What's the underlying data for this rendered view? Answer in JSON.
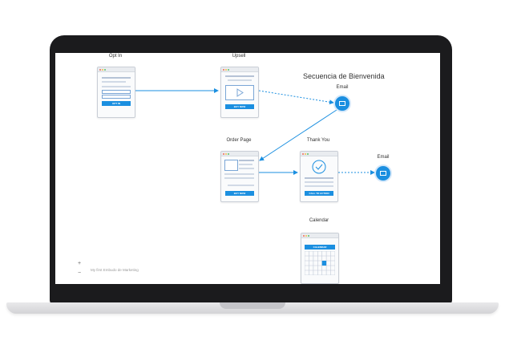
{
  "nodes": {
    "optin": {
      "label": "Opt In",
      "button": "OPT IN"
    },
    "upsell": {
      "label": "Upsell",
      "button": "BUY NOW"
    },
    "order": {
      "label": "Order Page",
      "button": "BUY NOW"
    },
    "thankyou": {
      "label": "Thank You",
      "button": "CALL TO ACTION"
    },
    "calendar": {
      "label": "Calendar",
      "header": "CALENDAR"
    }
  },
  "sequence": {
    "title": "Secuencia de Bienvenida",
    "email_label": "Email"
  },
  "email2": {
    "label": "Email"
  },
  "footer": {
    "funnel_name": "My first Embudo de Marketing"
  },
  "zoom": {
    "plus": "+",
    "minus": "−"
  },
  "colors": {
    "accent": "#1b8fe0",
    "bezel": "#1b1b1d"
  }
}
